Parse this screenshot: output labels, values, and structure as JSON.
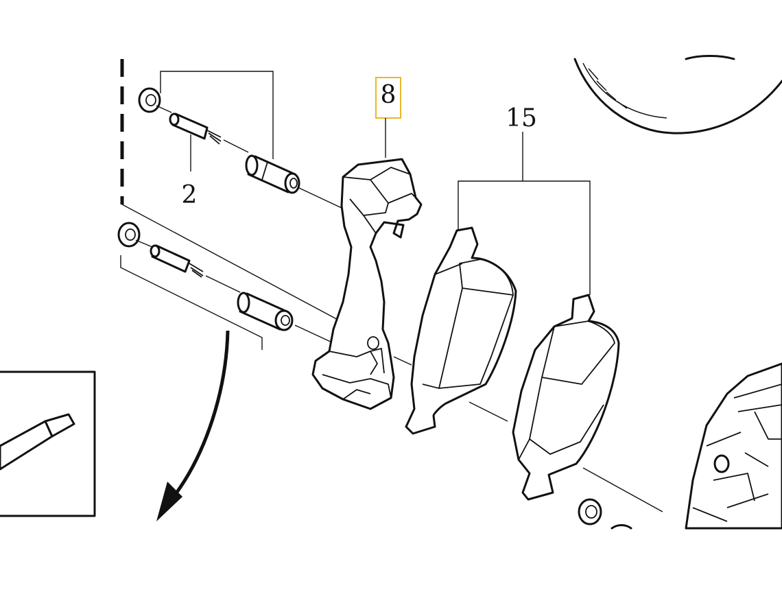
{
  "diagram": {
    "callouts": [
      {
        "id": "pin-bolt-set",
        "label": "2"
      },
      {
        "id": "caliper-bracket",
        "label": "8",
        "highlighted": true
      },
      {
        "id": "brake-pad-set",
        "label": "15"
      }
    ],
    "highlight_color": "#E8B923",
    "line_color": "#111111",
    "background_color": "#FFFFFF"
  }
}
